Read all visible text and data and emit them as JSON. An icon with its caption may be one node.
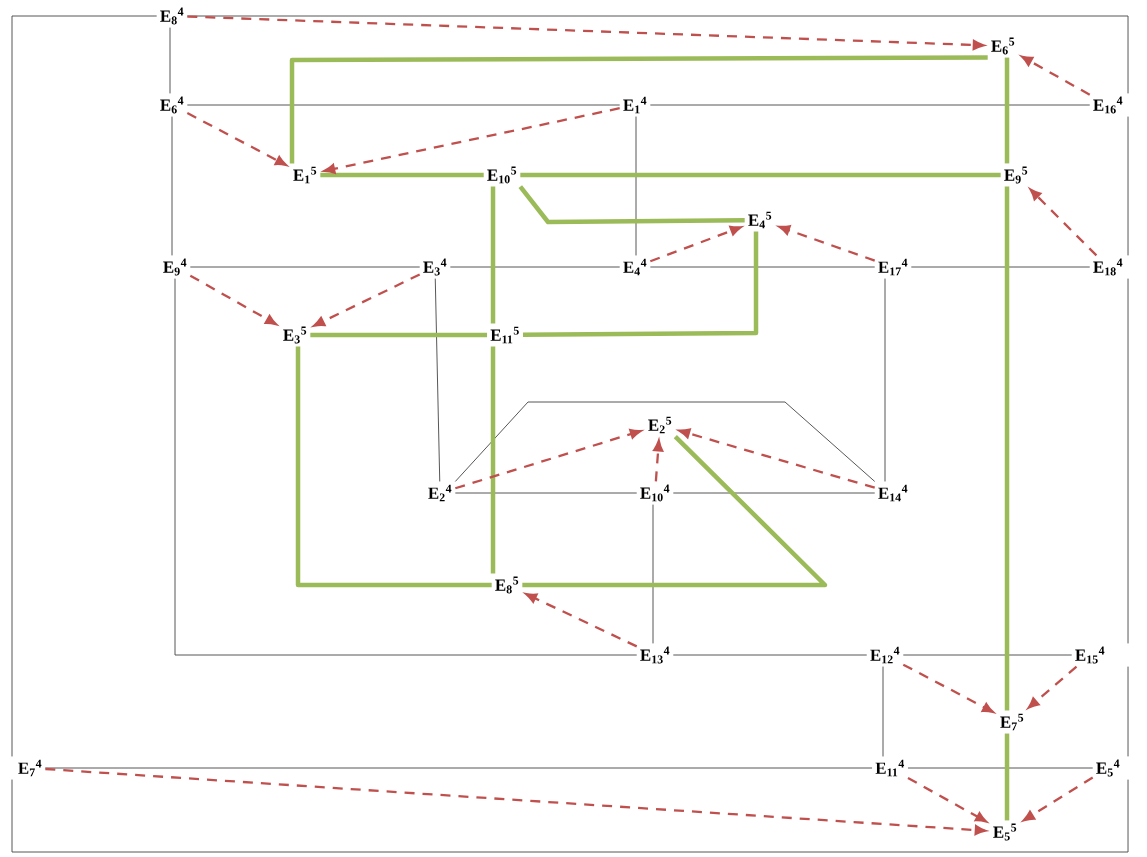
{
  "diagram": {
    "nodes": [
      {
        "text": [
          "E$_{8}$$^{4}$"
        ]
      },
      {
        "text": [
          "E$_{6}$$^{5}$"
        ]
      },
      {
        "text": [
          "E$_{6}$$^{4}$"
        ]
      },
      {
        "text": [
          "E$_{1}$$^{4}$"
        ]
      },
      {
        "text": [
          "E$_{16}$$^{4}$"
        ]
      },
      {
        "text": [
          "E$_{1}$$^{5}$"
        ]
      },
      {
        "text": [
          "E$_{10}$$^{5}$"
        ]
      },
      {
        "text": [
          "E$_{9}$$^{5}$"
        ]
      },
      {
        "text": [
          "E$_{4}$$^{5}$"
        ]
      },
      {
        "text": [
          "E$_{9}$$^{4}$"
        ]
      },
      {
        "text": [
          "E$_{3}$$^{4}$"
        ]
      },
      {
        "text": [
          "E$_{4}$$^{4}$"
        ]
      },
      {
        "text": [
          "E$_{17}$$^{4}$"
        ]
      },
      {
        "text": [
          "E$_{18}$$^{4}$"
        ]
      },
      {
        "text": [
          "E$_{3}$$^{5}$"
        ]
      },
      {
        "text": [
          "E$_{11}$$^{5}$"
        ]
      },
      {
        "text": [
          "E$_{2}$$^{5}$"
        ]
      },
      {
        "text": [
          "E$_{2}$$^{4}$"
        ]
      },
      {
        "text": [
          "E$_{10}$$^{4}$"
        ]
      },
      {
        "text": [
          "E$_{14}$$^{4}$"
        ]
      },
      {
        "text": [
          "E$_{8}$$^{5}$"
        ]
      },
      {
        "text": [
          "E$_{13}$$^{4}$"
        ]
      },
      {
        "text": [
          "E$_{12}$$^{4}$"
        ]
      },
      {
        "text": [
          "E$_{15}$$^{4}$"
        ]
      },
      {
        "text": [
          "E$_{7}$$^{5}$"
        ]
      },
      {
        "text": [
          "E$_{7}$$^{4}$"
        ]
      },
      {
        "text": [
          "E$_{11}$$^{4}$"
        ]
      },
      {
        "text": [
          "E$_{5}$$^{4}$"
        ]
      },
      {
        "text": [
          "E$_{5}$$^{5}$"
        ]
      }
    ],
    "edges": [
      {
        "from": 0,
        "to": 2,
        "arrow": "none"
      },
      {
        "from": 0,
        "to": 4,
        "arrow": "none"
      },
      {
        "from": 0,
        "to": 25,
        "arrow": "none"
      },
      {
        "from": 2,
        "to": 3,
        "arrow": "none"
      },
      {
        "from": 3,
        "to": 4,
        "arrow": "none"
      },
      {
        "from": 3,
        "to": 11,
        "arrow": "none"
      },
      {
        "from": 2,
        "to": 9,
        "arrow": "none"
      },
      {
        "from": 4,
        "to": 13,
        "arrow": "none"
      },
      {
        "from": 9,
        "to": 10,
        "arrow": "none"
      },
      {
        "from": 10,
        "to": 11,
        "arrow": "none"
      },
      {
        "from": 11,
        "to": 12,
        "arrow": "none"
      },
      {
        "from": 12,
        "to": 13,
        "arrow": "none"
      },
      {
        "from": 9,
        "to": 21,
        "arrow": "none"
      },
      {
        "from": 10,
        "to": 17,
        "arrow": "none"
      },
      {
        "from": 12,
        "to": 19,
        "arrow": "none"
      },
      {
        "from": 17,
        "to": 19,
        "arrow": "none"
      },
      {
        "from": 17,
        "to": 18,
        "arrow": "none"
      },
      {
        "from": 18,
        "to": 19,
        "arrow": "none"
      },
      {
        "from": 18,
        "to": 21,
        "arrow": "none"
      },
      {
        "from": 21,
        "to": 22,
        "arrow": "none"
      },
      {
        "from": 22,
        "to": 23,
        "arrow": "none"
      },
      {
        "from": 13,
        "to": 23,
        "arrow": "none"
      },
      {
        "from": 23,
        "to": 27,
        "arrow": "none"
      },
      {
        "from": 22,
        "to": 26,
        "arrow": "none"
      },
      {
        "from": 25,
        "to": 26,
        "arrow": "none"
      },
      {
        "from": 26,
        "to": 27,
        "arrow": "none"
      },
      {
        "from": 25,
        "to": 27,
        "arrow": "none"
      },
      {
        "from": 5,
        "to": 1,
        "arrow": "none",
        "style": "thick",
        "color": "#9bbb59"
      },
      {
        "from": 5,
        "to": 6,
        "arrow": "none",
        "style": "thick",
        "color": "#9bbb59"
      },
      {
        "from": 6,
        "to": 7,
        "arrow": "none",
        "style": "thick",
        "color": "#9bbb59"
      },
      {
        "from": 1,
        "to": 7,
        "arrow": "none",
        "style": "thick",
        "color": "#9bbb59"
      },
      {
        "from": 7,
        "to": 24,
        "arrow": "none",
        "style": "thick",
        "color": "#9bbb59"
      },
      {
        "from": 24,
        "to": 28,
        "arrow": "none",
        "style": "thick",
        "color": "#9bbb59"
      },
      {
        "from": 6,
        "to": 8,
        "arrow": "none",
        "style": "thick",
        "color": "#9bbb59"
      },
      {
        "from": 6,
        "to": 15,
        "arrow": "none",
        "style": "thick",
        "color": "#9bbb59"
      },
      {
        "from": 14,
        "to": 15,
        "arrow": "none",
        "style": "thick",
        "color": "#9bbb59"
      },
      {
        "from": 15,
        "to": 8,
        "arrow": "none",
        "style": "thick",
        "color": "#9bbb59"
      },
      {
        "from": 15,
        "to": 20,
        "arrow": "none",
        "style": "thick",
        "color": "#9bbb59"
      },
      {
        "from": 14,
        "to": 20,
        "arrow": "none",
        "style": "thick",
        "color": "#9bbb59"
      },
      {
        "from": 20,
        "to": 16,
        "arrow": "none",
        "style": "thick",
        "color": "#9bbb59"
      },
      {
        "from": 0,
        "to": 1,
        "arrow": "to",
        "style": "dashed",
        "color": "#c0504d"
      },
      {
        "from": 4,
        "to": 1,
        "arrow": "to",
        "style": "dashed",
        "color": "#c0504d"
      },
      {
        "from": 2,
        "to": 5,
        "arrow": "to",
        "style": "dashed",
        "color": "#c0504d"
      },
      {
        "from": 3,
        "to": 5,
        "arrow": "to",
        "style": "dashed",
        "color": "#c0504d"
      },
      {
        "from": 13,
        "to": 7,
        "arrow": "to",
        "style": "dashed",
        "color": "#c0504d"
      },
      {
        "from": 11,
        "to": 8,
        "arrow": "to",
        "style": "dashed",
        "color": "#c0504d"
      },
      {
        "from": 12,
        "to": 8,
        "arrow": "to",
        "style": "dashed",
        "color": "#c0504d"
      },
      {
        "from": 9,
        "to": 14,
        "arrow": "to",
        "style": "dashed",
        "color": "#c0504d"
      },
      {
        "from": 10,
        "to": 14,
        "arrow": "to",
        "style": "dashed",
        "color": "#c0504d"
      },
      {
        "from": 17,
        "to": 16,
        "arrow": "to",
        "style": "dashed",
        "color": "#c0504d"
      },
      {
        "from": 18,
        "to": 16,
        "arrow": "to",
        "style": "dashed",
        "color": "#c0504d"
      },
      {
        "from": 19,
        "to": 16,
        "arrow": "to",
        "style": "dashed",
        "color": "#c0504d"
      },
      {
        "from": 21,
        "to": 20,
        "arrow": "to",
        "style": "dashed",
        "color": "#c0504d"
      },
      {
        "from": 22,
        "to": 24,
        "arrow": "to",
        "style": "dashed",
        "color": "#c0504d"
      },
      {
        "from": 23,
        "to": 24,
        "arrow": "to",
        "style": "dashed",
        "color": "#c0504d"
      },
      {
        "from": 26,
        "to": 28,
        "arrow": "to",
        "style": "dashed",
        "color": "#c0504d"
      },
      {
        "from": 27,
        "to": 28,
        "arrow": "to",
        "style": "dashed",
        "color": "#c0504d"
      },
      {
        "from": 25,
        "to": 28,
        "arrow": "to",
        "style": "dashed",
        "color": "#c0504d"
      }
    ]
  }
}
